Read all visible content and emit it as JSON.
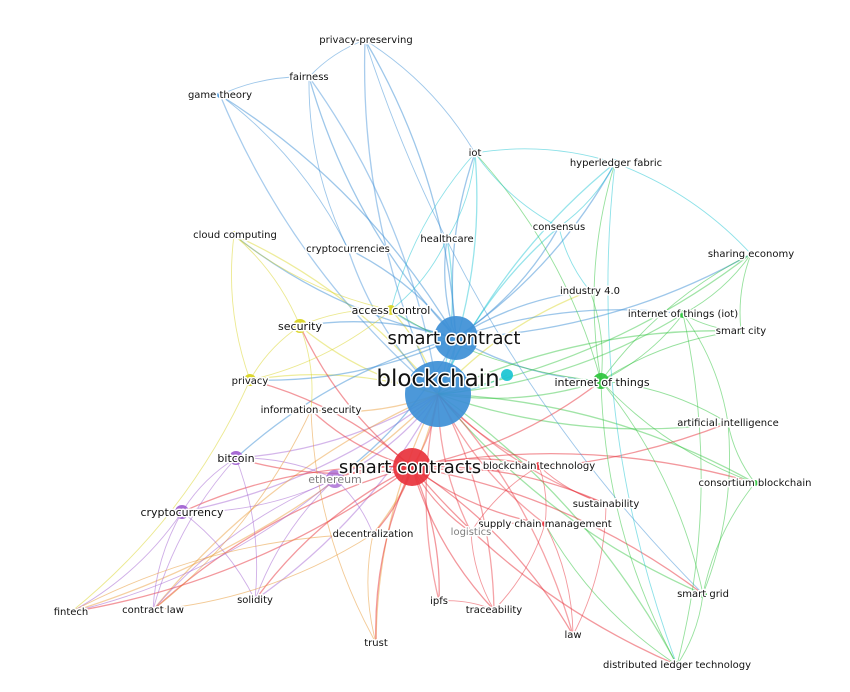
{
  "clusters": {
    "red": "#e8323c",
    "green": "#2ec43c",
    "blue": "#3d8fd6",
    "yellow": "#d9d421",
    "purple": "#a05ed0",
    "cyan": "#19c4d2",
    "orange": "#e8962e",
    "lightblue": "#6fc3ea"
  },
  "nodes": [
    {
      "id": "blockchain",
      "label": "blockchain",
      "cluster": "blue",
      "weight": 10
    },
    {
      "id": "smart-contract",
      "label": "smart contract",
      "cluster": "blue",
      "weight": 6
    },
    {
      "id": "smart-contracts",
      "label": "smart contracts",
      "cluster": "red",
      "weight": 5
    },
    {
      "id": "internet-of-things",
      "label": "internet of things",
      "cluster": "green",
      "weight": 2.5
    },
    {
      "id": "ethereum",
      "label": "ethereum",
      "cluster": "purple",
      "weight": 2.5
    },
    {
      "id": "cyan-hub",
      "label": "",
      "cluster": "cyan",
      "weight": 1.6
    },
    {
      "id": "privacy-preserving",
      "label": "privacy-preserving",
      "cluster": "blue",
      "weight": 0.8
    },
    {
      "id": "fairness",
      "label": "fairness",
      "cluster": "blue",
      "weight": 0.8
    },
    {
      "id": "game-theory",
      "label": "game theory",
      "cluster": "blue",
      "weight": 0.8
    },
    {
      "id": "iot",
      "label": "iot",
      "cluster": "cyan",
      "weight": 1.2
    },
    {
      "id": "hyperledger-fabric",
      "label": "hyperledger fabric",
      "cluster": "cyan",
      "weight": 1.0
    },
    {
      "id": "cloud-computing",
      "label": "cloud computing",
      "cluster": "yellow",
      "weight": 1.0
    },
    {
      "id": "cryptocurrencies",
      "label": "cryptocurrencies",
      "cluster": "blue",
      "weight": 0.8
    },
    {
      "id": "healthcare",
      "label": "healthcare",
      "cluster": "cyan",
      "weight": 0.8
    },
    {
      "id": "consensus",
      "label": "consensus",
      "cluster": "cyan",
      "weight": 0.9
    },
    {
      "id": "sharing-economy",
      "label": "sharing economy",
      "cluster": "green",
      "weight": 0.8
    },
    {
      "id": "industry-4-0",
      "label": "industry 4.0",
      "cluster": "yellow",
      "weight": 0.8
    },
    {
      "id": "internet-of-things-iot",
      "label": "internet of things (iot)",
      "cluster": "green",
      "weight": 1.0
    },
    {
      "id": "smart-city",
      "label": "smart city",
      "cluster": "green",
      "weight": 0.8
    },
    {
      "id": "access-control",
      "label": "access control",
      "cluster": "yellow",
      "weight": 1.3
    },
    {
      "id": "security",
      "label": "security",
      "cluster": "yellow",
      "weight": 1.6
    },
    {
      "id": "privacy",
      "label": "privacy",
      "cluster": "yellow",
      "weight": 1.3
    },
    {
      "id": "information-security",
      "label": "information security",
      "cluster": "orange",
      "weight": 0.9
    },
    {
      "id": "artificial-intelligence",
      "label": "artificial intelligence",
      "cluster": "green",
      "weight": 0.8
    },
    {
      "id": "bitcoin",
      "label": "bitcoin",
      "cluster": "purple",
      "weight": 1.6
    },
    {
      "id": "blockchain-technology",
      "label": "blockchain technology",
      "cluster": "red",
      "weight": 1.0
    },
    {
      "id": "consortium-blockchain",
      "label": "consortium blockchain",
      "cluster": "green",
      "weight": 0.8
    },
    {
      "id": "sustainability",
      "label": "sustainability",
      "cluster": "red",
      "weight": 0.8
    },
    {
      "id": "cryptocurrency",
      "label": "cryptocurrency",
      "cluster": "purple",
      "weight": 1.6
    },
    {
      "id": "supply-chain-management",
      "label": "supply chain management",
      "cluster": "red",
      "weight": 0.9
    },
    {
      "id": "decentralization",
      "label": "decentralization",
      "cluster": "orange",
      "weight": 0.9
    },
    {
      "id": "logistics",
      "label": "logistics",
      "cluster": "red",
      "weight": 0.7
    },
    {
      "id": "fintech",
      "label": "fintech",
      "cluster": "orange",
      "weight": 0.7
    },
    {
      "id": "contract-law",
      "label": "contract law",
      "cluster": "orange",
      "weight": 0.8
    },
    {
      "id": "solidity",
      "label": "solidity",
      "cluster": "purple",
      "weight": 0.8
    },
    {
      "id": "ipfs",
      "label": "ipfs",
      "cluster": "red",
      "weight": 0.8
    },
    {
      "id": "traceability",
      "label": "traceability",
      "cluster": "red",
      "weight": 0.8
    },
    {
      "id": "smart-grid",
      "label": "smart grid",
      "cluster": "green",
      "weight": 1.0
    },
    {
      "id": "law",
      "label": "law",
      "cluster": "red",
      "weight": 0.7
    },
    {
      "id": "trust",
      "label": "trust",
      "cluster": "orange",
      "weight": 0.8
    },
    {
      "id": "distributed-ledger-technology",
      "label": "distributed ledger technology",
      "cluster": "green",
      "weight": 1.0
    }
  ],
  "edges": [
    [
      "blockchain",
      "smart-contract"
    ],
    [
      "blockchain",
      "smart-contracts"
    ],
    [
      "blockchain",
      "internet-of-things"
    ],
    [
      "blockchain",
      "ethereum"
    ],
    [
      "blockchain",
      "cyan-hub"
    ],
    [
      "blockchain",
      "privacy-preserving"
    ],
    [
      "blockchain",
      "fairness"
    ],
    [
      "blockchain",
      "game-theory"
    ],
    [
      "blockchain",
      "iot"
    ],
    [
      "blockchain",
      "hyperledger-fabric"
    ],
    [
      "blockchain",
      "cloud-computing"
    ],
    [
      "blockchain",
      "cryptocurrencies"
    ],
    [
      "blockchain",
      "healthcare"
    ],
    [
      "blockchain",
      "consensus"
    ],
    [
      "blockchain",
      "sharing-economy"
    ],
    [
      "blockchain",
      "industry-4-0"
    ],
    [
      "blockchain",
      "internet-of-things-iot"
    ],
    [
      "blockchain",
      "smart-city"
    ],
    [
      "blockchain",
      "access-control"
    ],
    [
      "blockchain",
      "security"
    ],
    [
      "blockchain",
      "privacy"
    ],
    [
      "blockchain",
      "information-security"
    ],
    [
      "blockchain",
      "artificial-intelligence"
    ],
    [
      "blockchain",
      "bitcoin"
    ],
    [
      "blockchain",
      "blockchain-technology"
    ],
    [
      "blockchain",
      "consortium-blockchain"
    ],
    [
      "blockchain",
      "sustainability"
    ],
    [
      "blockchain",
      "cryptocurrency"
    ],
    [
      "blockchain",
      "supply-chain-management"
    ],
    [
      "blockchain",
      "decentralization"
    ],
    [
      "blockchain",
      "logistics"
    ],
    [
      "blockchain",
      "fintech"
    ],
    [
      "blockchain",
      "contract-law"
    ],
    [
      "blockchain",
      "solidity"
    ],
    [
      "blockchain",
      "ipfs"
    ],
    [
      "blockchain",
      "traceability"
    ],
    [
      "blockchain",
      "smart-grid"
    ],
    [
      "blockchain",
      "law"
    ],
    [
      "blockchain",
      "trust"
    ],
    [
      "blockchain",
      "distributed-ledger-technology"
    ],
    [
      "smart-contract",
      "privacy-preserving"
    ],
    [
      "smart-contract",
      "fairness"
    ],
    [
      "smart-contract",
      "game-theory"
    ],
    [
      "smart-contract",
      "iot"
    ],
    [
      "smart-contract",
      "hyperledger-fabric"
    ],
    [
      "smart-contract",
      "cloud-computing"
    ],
    [
      "smart-contract",
      "cryptocurrencies"
    ],
    [
      "smart-contract",
      "healthcare"
    ],
    [
      "smart-contract",
      "consensus"
    ],
    [
      "smart-contract",
      "access-control"
    ],
    [
      "smart-contract",
      "security"
    ],
    [
      "smart-contract",
      "privacy"
    ],
    [
      "smart-contract",
      "internet-of-things"
    ],
    [
      "smart-contract",
      "ethereum"
    ],
    [
      "smart-contract",
      "bitcoin"
    ],
    [
      "smart-contract",
      "industry-4-0"
    ],
    [
      "smart-contract",
      "sharing-economy"
    ],
    [
      "smart-contract",
      "internet-of-things-iot"
    ],
    [
      "smart-contracts",
      "ethereum"
    ],
    [
      "smart-contracts",
      "bitcoin"
    ],
    [
      "smart-contracts",
      "cryptocurrency"
    ],
    [
      "smart-contracts",
      "blockchain-technology"
    ],
    [
      "smart-contracts",
      "supply-chain-management"
    ],
    [
      "smart-contracts",
      "decentralization"
    ],
    [
      "smart-contracts",
      "logistics"
    ],
    [
      "smart-contracts",
      "ipfs"
    ],
    [
      "smart-contracts",
      "traceability"
    ],
    [
      "smart-contracts",
      "law"
    ],
    [
      "smart-contracts",
      "trust"
    ],
    [
      "smart-contracts",
      "sustainability"
    ],
    [
      "smart-contracts",
      "contract-law"
    ],
    [
      "smart-contracts",
      "fintech"
    ],
    [
      "smart-contracts",
      "solidity"
    ],
    [
      "smart-contracts",
      "information-security"
    ],
    [
      "smart-contracts",
      "privacy"
    ],
    [
      "smart-contracts",
      "security"
    ],
    [
      "smart-contracts",
      "internet-of-things"
    ],
    [
      "smart-contracts",
      "smart-grid"
    ],
    [
      "smart-contracts",
      "distributed-ledger-technology"
    ],
    [
      "smart-contracts",
      "consortium-blockchain"
    ],
    [
      "smart-contracts",
      "artificial-intelligence"
    ],
    [
      "internet-of-things",
      "smart-city"
    ],
    [
      "internet-of-things",
      "internet-of-things-iot"
    ],
    [
      "internet-of-things",
      "artificial-intelligence"
    ],
    [
      "internet-of-things",
      "consortium-blockchain"
    ],
    [
      "internet-of-things",
      "smart-grid"
    ],
    [
      "internet-of-things",
      "distributed-ledger-technology"
    ],
    [
      "internet-of-things",
      "sharing-economy"
    ],
    [
      "internet-of-things",
      "industry-4-0"
    ],
    [
      "internet-of-things",
      "hyperledger-fabric"
    ],
    [
      "internet-of-things",
      "iot"
    ],
    [
      "internet-of-things",
      "access-control"
    ],
    [
      "ethereum",
      "bitcoin"
    ],
    [
      "ethereum",
      "cryptocurrency"
    ],
    [
      "ethereum",
      "solidity"
    ],
    [
      "ethereum",
      "decentralization"
    ],
    [
      "ethereum",
      "contract-law"
    ],
    [
      "ethereum",
      "fintech"
    ],
    [
      "bitcoin",
      "cryptocurrency"
    ],
    [
      "bitcoin",
      "solidity"
    ],
    [
      "bitcoin",
      "contract-law"
    ],
    [
      "cryptocurrency",
      "fintech"
    ],
    [
      "cryptocurrency",
      "contract-law"
    ],
    [
      "cryptocurrency",
      "solidity"
    ],
    [
      "security",
      "privacy"
    ],
    [
      "security",
      "access-control"
    ],
    [
      "security",
      "cloud-computing"
    ],
    [
      "security",
      "information-security"
    ],
    [
      "privacy",
      "access-control"
    ],
    [
      "privacy",
      "cloud-computing"
    ],
    [
      "cloud-computing",
      "access-control"
    ],
    [
      "privacy",
      "fintech"
    ],
    [
      "information-security",
      "trust"
    ],
    [
      "information-security",
      "contract-law"
    ],
    [
      "decentralization",
      "trust"
    ],
    [
      "decentralization",
      "contract-law"
    ],
    [
      "decentralization",
      "fintech"
    ],
    [
      "iot",
      "hyperledger-fabric"
    ],
    [
      "iot",
      "consensus"
    ],
    [
      "iot",
      "healthcare"
    ],
    [
      "iot",
      "access-control"
    ],
    [
      "hyperledger-fabric",
      "consensus"
    ],
    [
      "consensus",
      "industry-4-0"
    ],
    [
      "healthcare",
      "access-control"
    ],
    [
      "cryptocurrencies",
      "game-theory"
    ],
    [
      "cryptocurrencies",
      "fairness"
    ],
    [
      "fairness",
      "game-theory"
    ],
    [
      "fairness",
      "privacy-preserving"
    ],
    [
      "privacy-preserving",
      "smart-grid"
    ],
    [
      "privacy-preserving",
      "iot"
    ],
    [
      "hyperledger-fabric",
      "distributed-ledger-technology"
    ],
    [
      "hyperledger-fabric",
      "sharing-economy"
    ],
    [
      "sharing-economy",
      "smart-city"
    ],
    [
      "sharing-economy",
      "internet-of-things-iot"
    ],
    [
      "internet-of-things-iot",
      "smart-city"
    ],
    [
      "internet-of-things-iot",
      "artificial-intelligence"
    ],
    [
      "artificial-intelligence",
      "consortium-blockchain"
    ],
    [
      "artificial-intelligence",
      "smart-grid"
    ],
    [
      "consortium-blockchain",
      "smart-grid"
    ],
    [
      "smart-grid",
      "distributed-ledger-technology"
    ],
    [
      "distributed-ledger-technology",
      "internet-of-things-iot"
    ],
    [
      "distributed-ledger-technology",
      "supply-chain-management"
    ],
    [
      "blockchain-technology",
      "sustainability"
    ],
    [
      "blockchain-technology",
      "supply-chain-management"
    ],
    [
      "supply-chain-management",
      "logistics"
    ],
    [
      "supply-chain-management",
      "traceability"
    ],
    [
      "logistics",
      "traceability"
    ],
    [
      "ipfs",
      "traceability"
    ],
    [
      "law",
      "supply-chain-management"
    ],
    [
      "sustainability",
      "law"
    ],
    [
      "blockchain-technology",
      "logistics"
    ]
  ]
}
